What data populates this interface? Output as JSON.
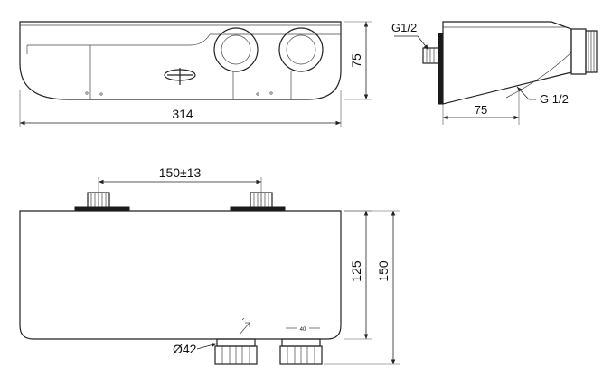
{
  "dimensions": {
    "width_top": "314",
    "height_top": "75",
    "side_depth": "75",
    "thread_top": "G1/2",
    "thread_side": "G 1/2",
    "center_spacing": "150±13",
    "height_inner": "125",
    "height_total": "150",
    "knob_diameter": "Ø42"
  },
  "markings": {
    "scale_label": "40"
  },
  "colors": {
    "line": "#222222",
    "fill_dark": "#1a1a1a",
    "background": "#ffffff"
  }
}
